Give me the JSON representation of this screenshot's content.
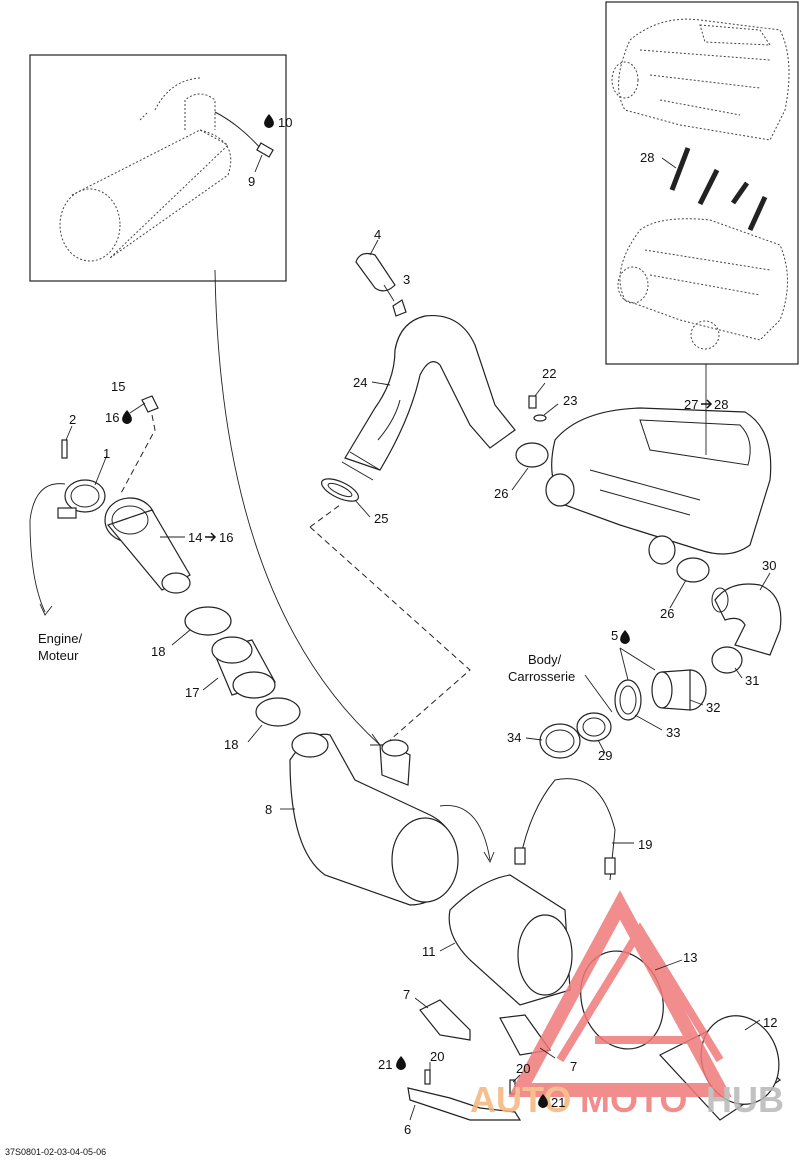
{
  "callouts": {
    "c1": "1",
    "c2": "2",
    "c3": "3",
    "c4": "4",
    "c5": "5",
    "c6": "6",
    "c7a": "7",
    "c7b": "7",
    "c8": "8",
    "c9": "9",
    "c10": "10",
    "c11": "11",
    "c12": "12",
    "c13": "13",
    "c14": "14",
    "c14_to": "16",
    "c15": "15",
    "c16": "16",
    "c17": "17",
    "c18a": "18",
    "c18b": "18",
    "c19": "19",
    "c20a": "20",
    "c20b": "20",
    "c21a": "21",
    "c21b": "21",
    "c22": "22",
    "c23": "23",
    "c24": "24",
    "c25": "25",
    "c26a": "26",
    "c26b": "26",
    "c27": "27",
    "c27_to": "28",
    "c28": "28",
    "c29": "29",
    "c30": "30",
    "c31": "31",
    "c32": "32",
    "c33": "33",
    "c34": "34"
  },
  "captions": {
    "engine_line1": "Engine/",
    "engine_line2": "Moteur",
    "body_line1": "Body/",
    "body_line2": "Carrosserie"
  },
  "drawing_code": "37S0801-02-03-04-05-06",
  "watermark": {
    "part1": "AUTO",
    "part2": "MOTO",
    "part3": "HUB",
    "colors": {
      "red": "#f07a7a",
      "orange": "#f5b57a",
      "gray": "#b8b8b8"
    }
  },
  "icons": {
    "arrow": "right-arrow-icon",
    "drop": "lubricant-drop-icon"
  }
}
